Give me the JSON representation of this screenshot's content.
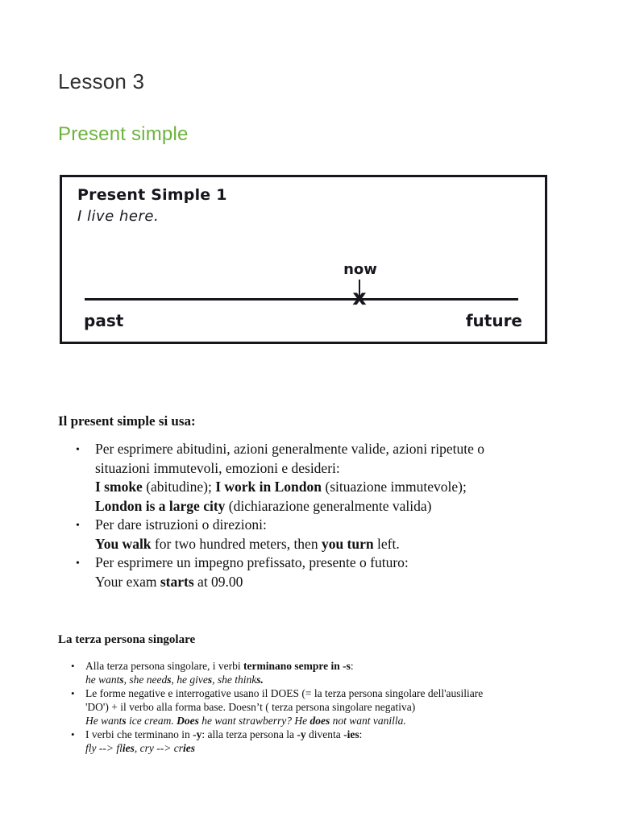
{
  "colors": {
    "accent_green": "#6cb33e",
    "text_dark": "#141414",
    "box_border": "#16161d"
  },
  "page": {
    "lesson_title": "Lesson 3",
    "section_title": "Present simple"
  },
  "diagram": {
    "title": "Present Simple 1",
    "example": "I live here.",
    "now_label": "now",
    "x_marker": "x",
    "past_label": "past",
    "future_label": "future"
  },
  "usage": {
    "heading": "Il present simple si usa:",
    "bullets": [
      {
        "lines": [
          [
            {
              "t": "Per esprimere abitudini, azioni generalmente valide, azioni ripetute o"
            }
          ],
          [
            {
              "t": "situazioni immutevoli, emozioni e desideri:"
            }
          ],
          [
            {
              "t": "I smoke",
              "b": true
            },
            {
              "t": " (abitudine); "
            },
            {
              "t": "I work in London",
              "b": true
            },
            {
              "t": " (situazione immutevole);"
            }
          ],
          [
            {
              "t": "London is a large city",
              "b": true
            },
            {
              "t": " (dichiarazione generalmente valida)"
            }
          ]
        ]
      },
      {
        "lines": [
          [
            {
              "t": "Per dare istruzioni o direzioni:"
            }
          ],
          [
            {
              "t": "You walk",
              "b": true
            },
            {
              "t": " for two hundred meters, then "
            },
            {
              "t": "you turn",
              "b": true
            },
            {
              "t": " left."
            }
          ]
        ]
      },
      {
        "lines": [
          [
            {
              "t": "Per esprimere un impegno prefissato, presente o futuro:"
            }
          ],
          [
            {
              "t": "Your exam "
            },
            {
              "t": "starts",
              "b": true
            },
            {
              "t": " at 09.00"
            }
          ]
        ]
      }
    ]
  },
  "third_person": {
    "heading": "La terza persona singolare",
    "bullets": [
      {
        "lines": [
          [
            {
              "t": "Alla terza persona singolare, i verbi "
            },
            {
              "t": "terminano sempre in -s",
              "b": true
            },
            {
              "t": ":"
            }
          ],
          [
            {
              "t": "he want",
              "i": true
            },
            {
              "t": "s",
              "b": true,
              "i": true
            },
            {
              "t": ", she need",
              "i": true
            },
            {
              "t": "s",
              "b": true,
              "i": true
            },
            {
              "t": ", he give",
              "i": true
            },
            {
              "t": "s",
              "b": true,
              "i": true
            },
            {
              "t": ", she think",
              "i": true
            },
            {
              "t": "s.",
              "b": true,
              "i": true
            }
          ]
        ]
      },
      {
        "lines": [
          [
            {
              "t": "Le forme negative e interrogative usano il DOES (= la terza persona singolare dell'ausiliare"
            }
          ],
          [
            {
              "t": "'DO') + il verbo alla forma base. Doesn’t ( terza persona singolare negativa)"
            }
          ],
          [
            {
              "t": "He want",
              "i": true
            },
            {
              "t": "s",
              "b": true,
              "i": true
            },
            {
              "t": " ice cream. ",
              "i": true
            },
            {
              "t": "Does",
              "b": true,
              "i": true
            },
            {
              "t": " he want strawberry? He ",
              "i": true
            },
            {
              "t": "does",
              "b": true,
              "i": true
            },
            {
              "t": " not want vanilla.",
              "i": true
            }
          ]
        ]
      },
      {
        "lines": [
          [
            {
              "t": "I verbi che terminano in "
            },
            {
              "t": "-y",
              "b": true
            },
            {
              "t": ": alla terza persona la "
            },
            {
              "t": "-y",
              "b": true
            },
            {
              "t": " diventa "
            },
            {
              "t": "-ies",
              "b": true
            },
            {
              "t": ":"
            }
          ],
          [
            {
              "t": "fly --> fl",
              "i": true
            },
            {
              "t": "ies",
              "b": true,
              "i": true
            },
            {
              "t": ", cry --> cr",
              "i": true
            },
            {
              "t": "ies",
              "b": true,
              "i": true
            }
          ]
        ]
      }
    ]
  }
}
